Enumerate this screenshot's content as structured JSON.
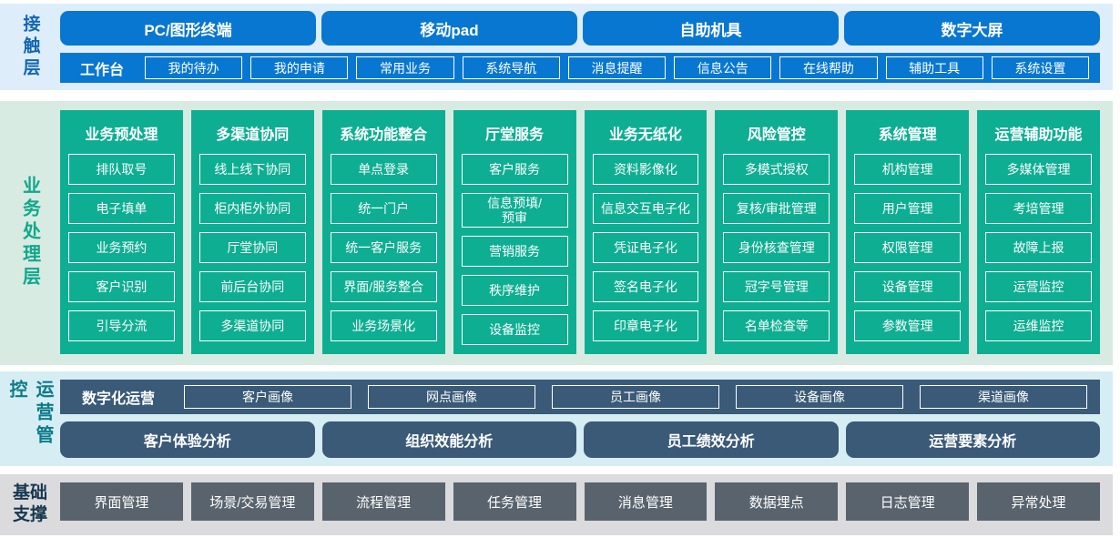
{
  "colors": {
    "accent_blue": "#0877d1",
    "accent_teal": "#0eae92",
    "accent_slate": "#3a5a78",
    "accent_gray": "#59636d",
    "contact_band_bg": "#ddeefa",
    "business_band_bg": "#d8ebe2",
    "operations_band_bg": "#d6edf4",
    "foundation_band_bg": "#dbdbde"
  },
  "layers": {
    "contact": {
      "label": "接触层",
      "terminals": [
        "PC/图形终端",
        "移动pad",
        "自助机具",
        "数字大屏"
      ],
      "workbench": {
        "label": "工作台",
        "items": [
          "我的待办",
          "我的申请",
          "常用业务",
          "系统导航",
          "消息提醒",
          "信息公告",
          "在线帮助",
          "辅助工具",
          "系统设置"
        ]
      }
    },
    "business": {
      "label": "业务处理层",
      "columns": [
        {
          "title": "业务预处理",
          "items": [
            "排队取号",
            "电子填单",
            "业务预约",
            "客户识别",
            "引导分流"
          ]
        },
        {
          "title": "多渠道协同",
          "items": [
            "线上线下协同",
            "柜内柜外协同",
            "厅堂协同",
            "前后台协同",
            "多渠道协同"
          ]
        },
        {
          "title": "系统功能整合",
          "items": [
            "单点登录",
            "统一门户",
            "统一客户服务",
            "界面/服务整合",
            "业务场景化"
          ]
        },
        {
          "title": "厅堂服务",
          "items": [
            "客户服务",
            "信息预填/\n预审",
            "营销服务",
            "秩序维护",
            "设备监控"
          ]
        },
        {
          "title": "业务无纸化",
          "items": [
            "资料影像化",
            "信息交互电子化",
            "凭证电子化",
            "签名电子化",
            "印章电子化"
          ]
        },
        {
          "title": "风险管控",
          "items": [
            "多模式授权",
            "复核/审批管理",
            "身份核查管理",
            "冠字号管理",
            "名单检查等"
          ]
        },
        {
          "title": "系统管理",
          "items": [
            "机构管理",
            "用户管理",
            "权限管理",
            "设备管理",
            "参数管理"
          ]
        },
        {
          "title": "运营辅助功能",
          "items": [
            "多媒体管理",
            "考培管理",
            "故障上报",
            "运营监控",
            "运维监控"
          ]
        }
      ]
    },
    "operations": {
      "label": "运营管控",
      "digital": {
        "label": "数字化运营",
        "items": [
          "客户画像",
          "网点画像",
          "员工画像",
          "设备画像",
          "渠道画像"
        ]
      },
      "analysis": [
        "客户体验分析",
        "组织效能分析",
        "员工绩效分析",
        "运营要素分析"
      ]
    },
    "foundation": {
      "label": "基础支撑",
      "items": [
        "界面管理",
        "场景/交易管理",
        "流程管理",
        "任务管理",
        "消息管理",
        "数据埋点",
        "日志管理",
        "异常处理"
      ]
    }
  }
}
